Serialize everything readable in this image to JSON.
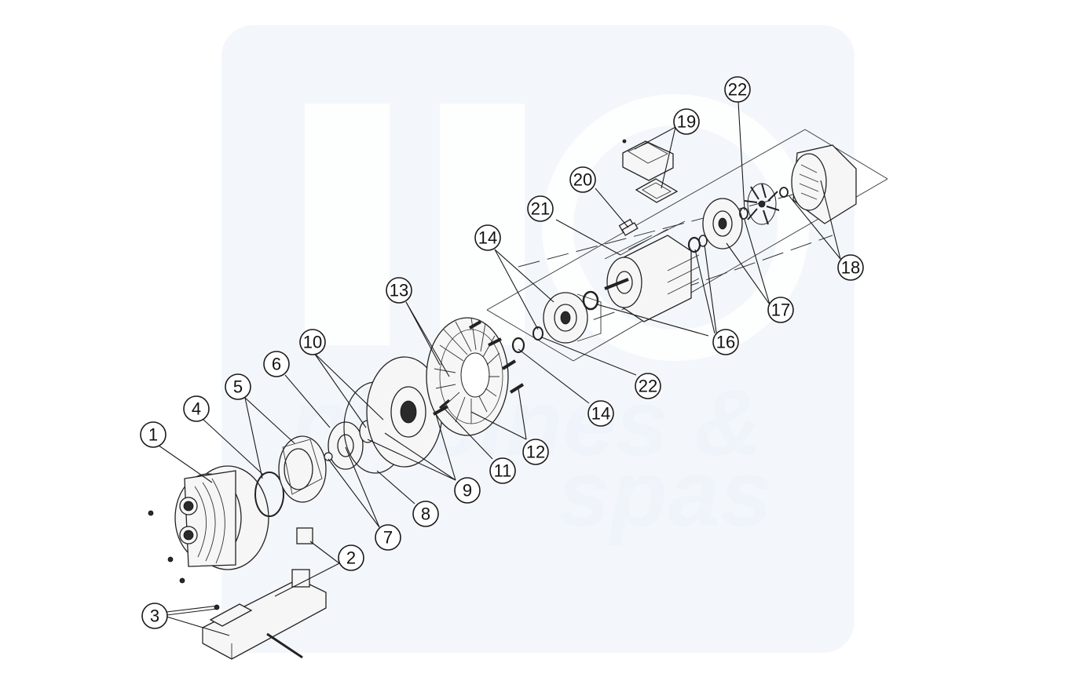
{
  "watermark": {
    "line1": "piscines &",
    "line2": "spas",
    "color": "#e9f1f8"
  },
  "callouts": [
    {
      "id": "c1",
      "label": "1"
    },
    {
      "id": "c2",
      "label": "2"
    },
    {
      "id": "c3",
      "label": "3"
    },
    {
      "id": "c4",
      "label": "4"
    },
    {
      "id": "c5",
      "label": "5"
    },
    {
      "id": "c6",
      "label": "6"
    },
    {
      "id": "c7",
      "label": "7"
    },
    {
      "id": "c8",
      "label": "8"
    },
    {
      "id": "c9",
      "label": "9"
    },
    {
      "id": "c10",
      "label": "10"
    },
    {
      "id": "c11",
      "label": "11"
    },
    {
      "id": "c12",
      "label": "12"
    },
    {
      "id": "c13",
      "label": "13"
    },
    {
      "id": "c14a",
      "label": "14"
    },
    {
      "id": "c14b",
      "label": "14"
    },
    {
      "id": "c16",
      "label": "16"
    },
    {
      "id": "c17",
      "label": "17"
    },
    {
      "id": "c18",
      "label": "18"
    },
    {
      "id": "c19",
      "label": "19"
    },
    {
      "id": "c20",
      "label": "20"
    },
    {
      "id": "c21",
      "label": "21"
    },
    {
      "id": "c22a",
      "label": "22"
    },
    {
      "id": "c22b",
      "label": "22"
    }
  ]
}
